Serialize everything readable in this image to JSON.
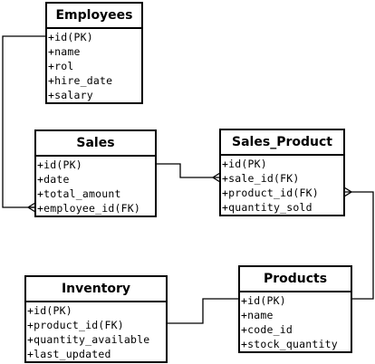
{
  "entities": {
    "employees": {
      "title": "Employees",
      "fields": [
        "+id(PK)",
        "+name",
        "+rol",
        "+hire_date",
        "+salary"
      ]
    },
    "sales": {
      "title": "Sales",
      "fields": [
        "+id(PK)",
        "+date",
        "+total_amount",
        "+employee_id(FK)"
      ]
    },
    "sales_product": {
      "title": "Sales_Product",
      "fields": [
        "+id(PK)",
        "+sale_id(FK)",
        "+product_id(FK)",
        "+quantity_sold"
      ]
    },
    "inventory": {
      "title": "Inventory",
      "fields": [
        "+id(PK)",
        "+product_id(FK)",
        "+quantity_available",
        "+last_updated"
      ]
    },
    "products": {
      "title": "Products",
      "fields": [
        "+id(PK)",
        "+name",
        "+code_id",
        "+stock_quantity"
      ]
    }
  }
}
